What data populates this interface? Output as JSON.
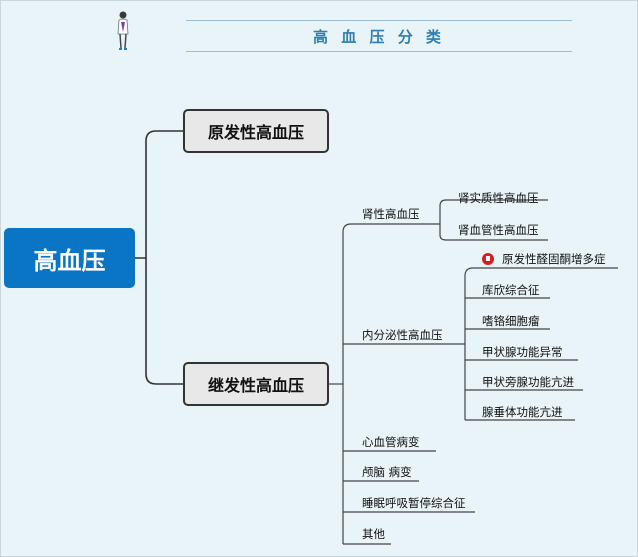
{
  "header": {
    "title": "高 血 压 分 类"
  },
  "root": {
    "label": "高血压"
  },
  "branches": {
    "primary": {
      "label": "原发性高血压"
    },
    "secondary": {
      "label": "继发性高血压"
    }
  },
  "secondary_children": {
    "renal": {
      "label": "肾性高血压",
      "items": [
        "肾实质性高血压",
        "肾血管性高血压"
      ]
    },
    "endocrine": {
      "label": "内分泌性高血压",
      "items": [
        "原发性醛固酮增多症",
        "库欣综合征",
        "嗜铬细胞瘤",
        "甲状腺功能异常",
        "甲状旁腺功能亢进",
        "腺垂体功能亢进"
      ]
    },
    "others": [
      "心血管病变",
      "颅脑 病变",
      "睡眠呼吸暂停综合征",
      "其他"
    ]
  },
  "icons": {
    "flag_color": "#d81e1e",
    "avatar": "person-icon"
  },
  "colors": {
    "root": "#0a74c5",
    "title": "#2d7fb3",
    "background": "#e8f4f7"
  }
}
